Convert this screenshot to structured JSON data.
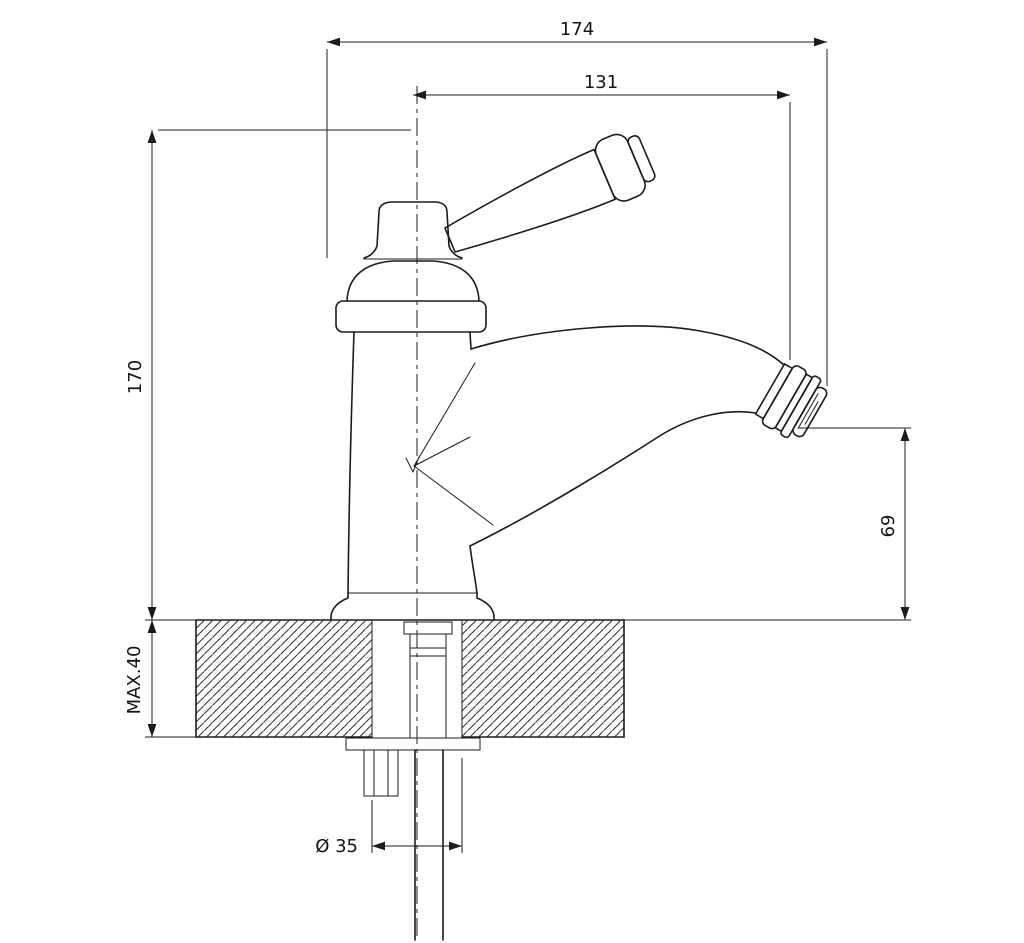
{
  "drawing": {
    "background_color": "#ffffff",
    "line_color": "#1c1c1e"
  },
  "dimensions": {
    "total_width": {
      "label": "174"
    },
    "spout_projection": {
      "label": "131"
    },
    "body_height": {
      "label": "170"
    },
    "spout_height": {
      "label": "69"
    },
    "deck_thickness": {
      "label": "MAX.40"
    },
    "hole_diameter": {
      "label": "Ø 35"
    }
  }
}
